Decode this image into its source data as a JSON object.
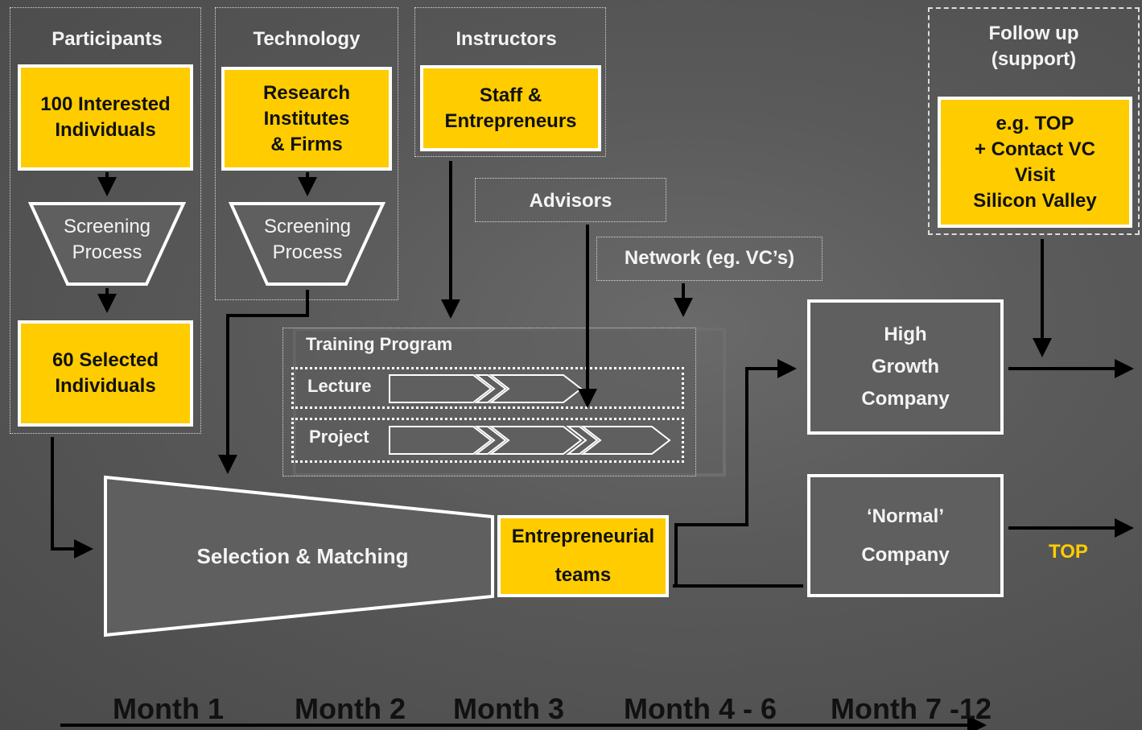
{
  "participants": {
    "header": "Participants",
    "top_box": "100 Interested\nIndividuals",
    "screening": "Screening\nProcess",
    "bottom_box": "60 Selected\nIndividuals"
  },
  "technology": {
    "header": "Technology",
    "box": "Research\nInstitutes\n& Firms",
    "screening": "Screening\nProcess"
  },
  "instructors": {
    "header": "Instructors",
    "box": "Staff &\nEntrepreneurs"
  },
  "advisors": {
    "label": "Advisors"
  },
  "network": {
    "label": "Network (eg. VC’s)"
  },
  "followup": {
    "header": "Follow up\n(support)",
    "box": "e.g. TOP\n+ Contact VC\nVisit\nSilicon Valley"
  },
  "training": {
    "title": "Training Program",
    "lecture": "Lecture",
    "project": "Project"
  },
  "selection": {
    "label": "Selection & Matching"
  },
  "teams": {
    "label": "Entrepreneurial\nteams"
  },
  "high_growth": {
    "label": "High\nGrowth\nCompany"
  },
  "normal": {
    "label": "‘Normal’\nCompany"
  },
  "top_label": "TOP",
  "timeline": {
    "months": [
      "Month 1",
      "Month 2",
      "Month 3",
      "Month 4 - 6",
      "Month 7 -12"
    ]
  },
  "colors": {
    "accent": "#ffcc00",
    "box_gray": "#5f5f5f",
    "top_label": "#ffcc00"
  }
}
